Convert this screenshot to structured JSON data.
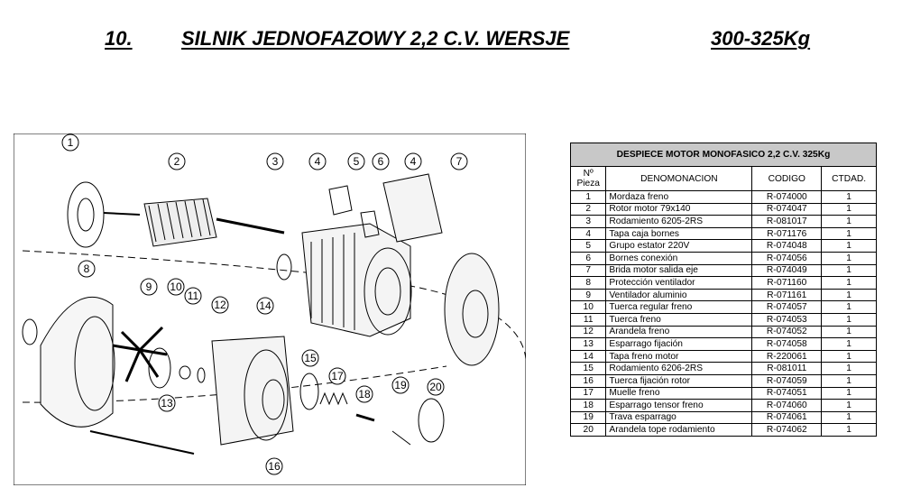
{
  "title": {
    "number": "10.",
    "text": "SILNIK JEDNOFAZOWY 2,2 C.V. WERSJE",
    "weight": "300-325Kg"
  },
  "diagram": {
    "callouts": [
      "1",
      "2",
      "3",
      "4",
      "5",
      "6",
      "4",
      "7",
      "8",
      "9",
      "10",
      "11",
      "12",
      "13",
      "14",
      "15",
      "16",
      "17",
      "18",
      "19",
      "20"
    ]
  },
  "table": {
    "heading": "DESPIECE MOTOR MONOFASICO 2,2 C.V. 325Kg",
    "columns": {
      "num_line1": "Nº",
      "num_line2": "Pieza",
      "name": "DENOMONACION",
      "code": "CODIGO",
      "qty": "CTDAD."
    },
    "rows": [
      {
        "num": "1",
        "name": "Mordaza freno",
        "code": "R-074000",
        "qty": "1"
      },
      {
        "num": "2",
        "name": "Rotor motor 79x140",
        "code": "R-074047",
        "qty": "1"
      },
      {
        "num": "3",
        "name": "Rodamiento 6205-2RS",
        "code": "R-081017",
        "qty": "1"
      },
      {
        "num": "4",
        "name": "Tapa caja bornes",
        "code": "R-071176",
        "qty": "1"
      },
      {
        "num": "5",
        "name": "Grupo estator 220V",
        "code": "R-074048",
        "qty": "1"
      },
      {
        "num": "6",
        "name": "Bornes conexión",
        "code": "R-074056",
        "qty": "1"
      },
      {
        "num": "7",
        "name": "Brida motor salida eje",
        "code": "R-074049",
        "qty": "1"
      },
      {
        "num": "8",
        "name": "Protección ventilador",
        "code": "R-071160",
        "qty": "1"
      },
      {
        "num": "9",
        "name": "Ventilador aluminio",
        "code": "R-071161",
        "qty": "1"
      },
      {
        "num": "10",
        "name": "Tuerca regular freno",
        "code": "R-074057",
        "qty": "1"
      },
      {
        "num": "11",
        "name": "Tuerca freno",
        "code": "R-074053",
        "qty": "1"
      },
      {
        "num": "12",
        "name": "Arandela freno",
        "code": "R-074052",
        "qty": "1"
      },
      {
        "num": "13",
        "name": "Esparrago fijación",
        "code": "R-074058",
        "qty": "1"
      },
      {
        "num": "14",
        "name": "Tapa freno motor",
        "code": "R-220061",
        "qty": "1"
      },
      {
        "num": "15",
        "name": "Rodamiento 6206-2RS",
        "code": "R-081011",
        "qty": "1"
      },
      {
        "num": "16",
        "name": "Tuerca fijación rotor",
        "code": "R-074059",
        "qty": "1"
      },
      {
        "num": "17",
        "name": "Muelle freno",
        "code": "R-074051",
        "qty": "1"
      },
      {
        "num": "18",
        "name": "Esparrago tensor freno",
        "code": "R-074060",
        "qty": "1"
      },
      {
        "num": "19",
        "name": "Trava esparrago",
        "code": "R-074061",
        "qty": "1"
      },
      {
        "num": "20",
        "name": "Arandela tope rodamiento",
        "code": "R-074062",
        "qty": "1"
      }
    ]
  }
}
